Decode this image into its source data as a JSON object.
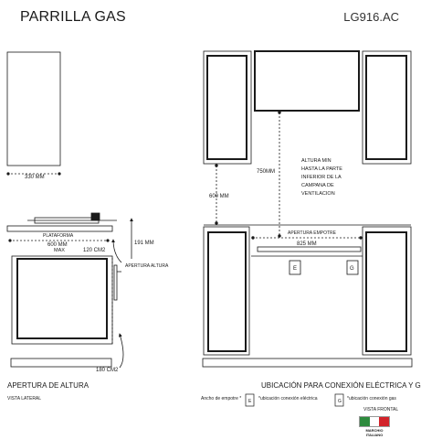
{
  "header": {
    "title": "PARRILLA GAS",
    "model": "LG916.AC"
  },
  "side_view": {
    "dim_width_upper": "330 MM",
    "platform_label": "PLATAFORMA",
    "dim_platform": "600 MM",
    "dim_platform_max": "MAX",
    "dim_vent_area": "120 CM2",
    "dim_height": "191 MM",
    "vent_label": "APERTURA ALTURA",
    "dim_bottom_vent": "180 CM2",
    "section_title": "APERTURA DE ALTURA",
    "view_label": "VISTA LATERAL"
  },
  "front_view": {
    "dim_clearance": "750MM",
    "note_line1": "ALTURA MIN",
    "note_line2": "HASTA LA PARTE",
    "note_line3": "INFERIOR DE LA",
    "note_line4": "CAMPANA DE",
    "note_line5": "VENTILACION",
    "dim_side": "600 MM",
    "cutout_label": "APERTURA EMPOTRE",
    "dim_cutout": "825 MM",
    "electric_letter": "E",
    "gas_letter": "G",
    "section_title": "UBICACIÓN PARA CONEXIÓN ELÉCTRICA Y GAS",
    "view_label": "VISTA FRONTAL"
  },
  "legend": {
    "cutout_width": "Ancho de empotre *",
    "electric_letter": "E",
    "electric_text": "*ubicación conexión eléctrica",
    "gas_letter": "G",
    "gas_text": "*ubicación conexión gas"
  },
  "badge": {
    "text": "MARCHIO ITALIANO",
    "colors": [
      "#2e8b3e",
      "#ffffff",
      "#d2232a"
    ]
  }
}
